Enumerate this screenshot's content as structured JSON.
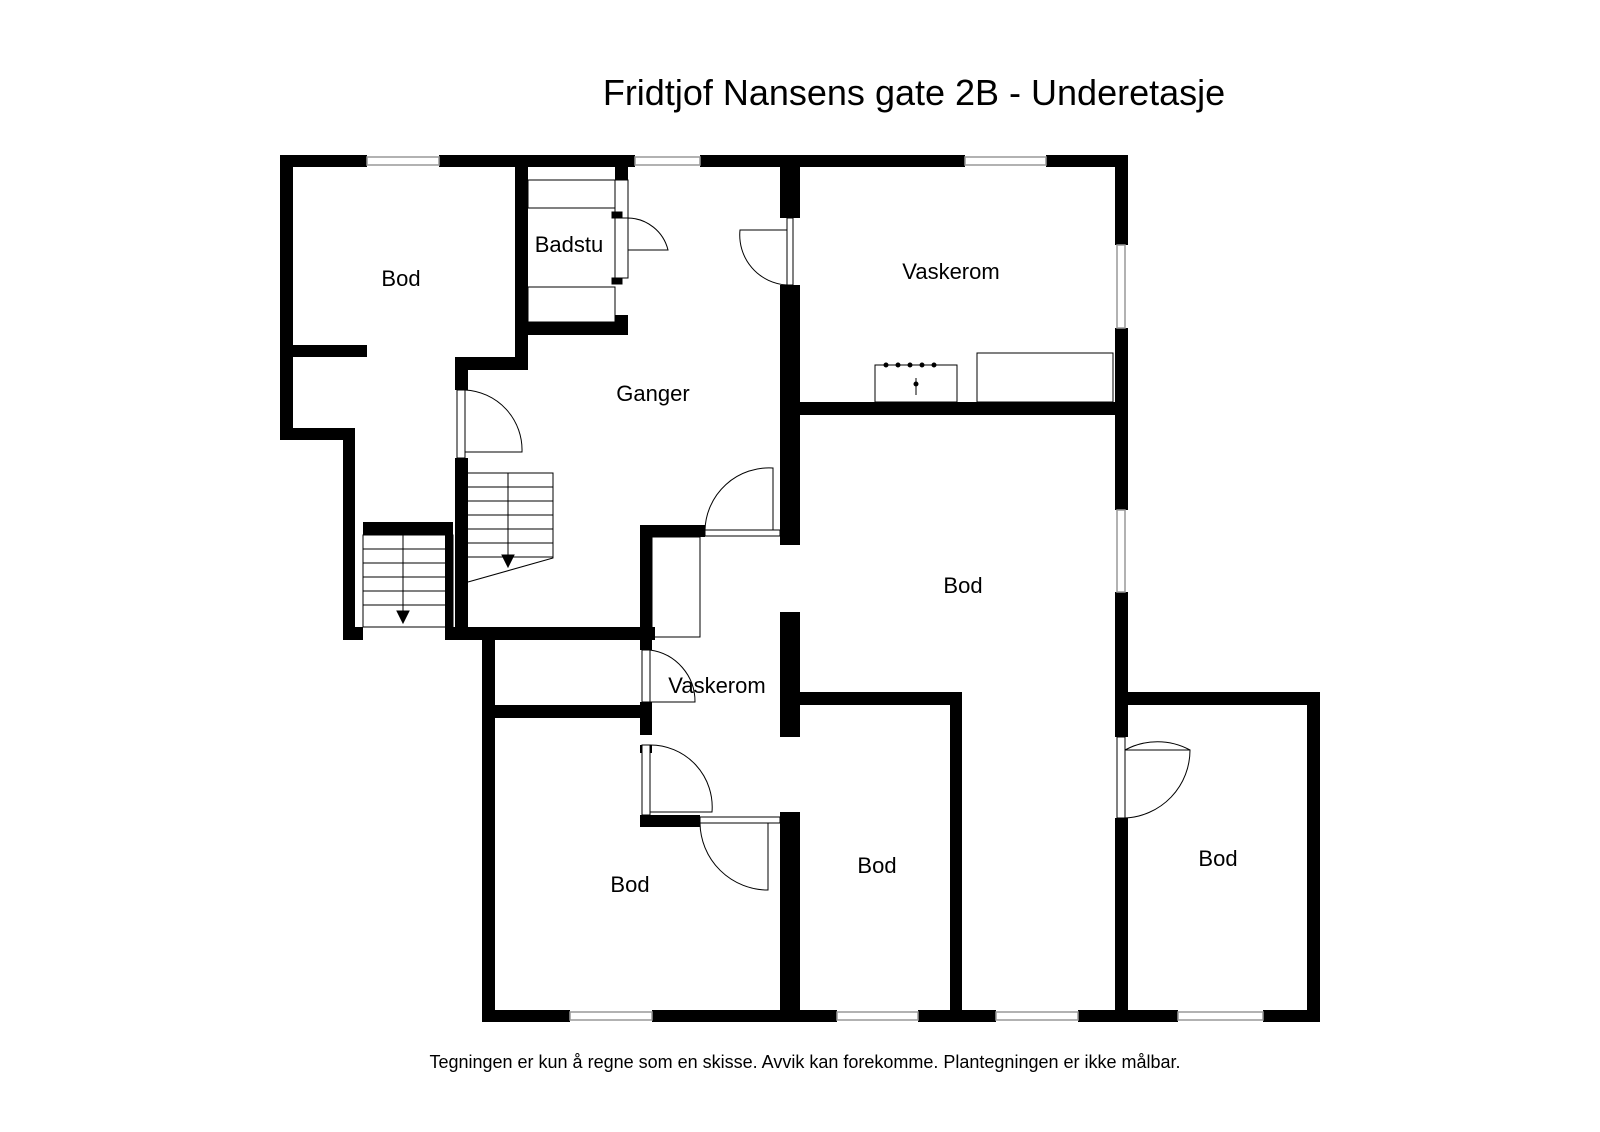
{
  "title": "Fridtjof Nansens gate 2B - Underetasje",
  "note": "Tegningen er kun å regne som en skisse. Avvik kan forekomme. Plantegningen er ikke målbar.",
  "rooms": {
    "bod_nw": "Bod",
    "badstu": "Badstu",
    "vaskerom_ne": "Vaskerom",
    "ganger": "Ganger",
    "bod_center": "Bod",
    "vaskerom_small": "Vaskerom",
    "bod_sw": "Bod",
    "bod_south_mid": "Bod",
    "bod_se": "Bod"
  },
  "colors": {
    "wall": "#000000",
    "window": "#b0b0b0",
    "background": "#ffffff"
  }
}
